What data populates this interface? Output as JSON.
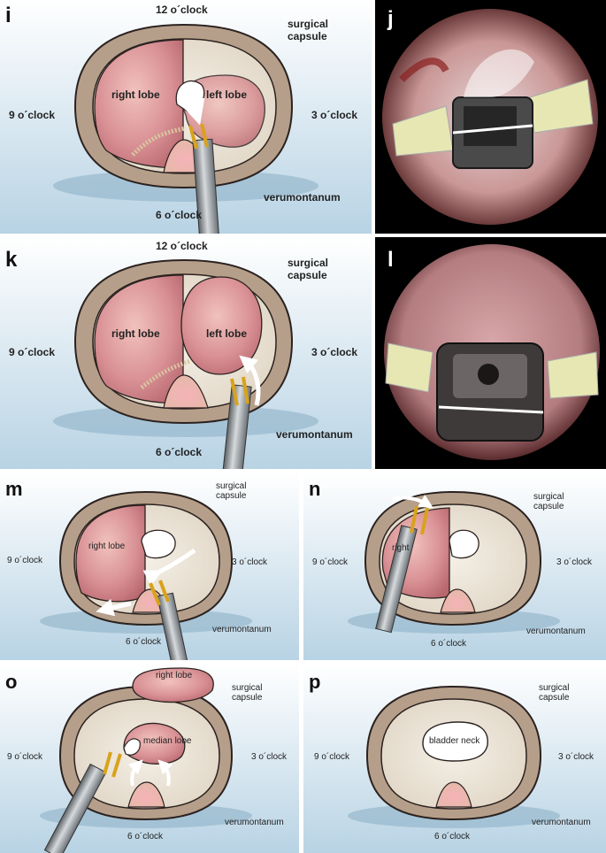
{
  "panels": {
    "i": {
      "letter": "i",
      "top": "12 o´clock",
      "right": "3 o´clock",
      "bottom": "6 o´clock",
      "left": "9 o´clock",
      "capsule": "surgical\ncapsule",
      "right_lobe": "right lobe",
      "left_lobe": "left lobe",
      "verumontanum": "verumontanum"
    },
    "j": {
      "letter": "j"
    },
    "k": {
      "letter": "k",
      "top": "12 o´clock",
      "right": "3 o´clock",
      "bottom": "6 o´clock",
      "left": "9 o´clock",
      "capsule": "surgical\ncapsule",
      "right_lobe": "right lobe",
      "left_lobe": "left lobe",
      "verumontanum": "verumontanum"
    },
    "l": {
      "letter": "l"
    },
    "m": {
      "letter": "m",
      "right": "3 o´clock",
      "bottom": "6 o´clock",
      "left": "9 o´clock",
      "capsule": "surgical\ncapsule",
      "right_lobe": "right lobe",
      "verumontanum": "verumontanum"
    },
    "n": {
      "letter": "n",
      "right": "3 o´clock",
      "bottom": "6 o´clock",
      "left": "9 o´clock",
      "capsule": "surgical\ncapsule",
      "right_lobe": "right",
      "verumontanum": "verumontanum"
    },
    "o": {
      "letter": "o",
      "right": "3 o´clock",
      "bottom": "6 o´clock",
      "left": "9 o´clock",
      "capsule": "surgical\ncapsule",
      "right_lobe": "right lobe",
      "median_lobe": "median lobe",
      "verumontanum": "verumontanum"
    },
    "p": {
      "letter": "p",
      "right": "3 o´clock",
      "bottom": "6 o´clock",
      "left": "9 o´clock",
      "capsule": "surgical\ncapsule",
      "bladder_neck": "bladder neck",
      "verumontanum": "verumontanum"
    }
  },
  "colors": {
    "background_top": "#ffffff",
    "background_bottom": "#bcd6e6",
    "capsule_ring": "#b69f8a",
    "outline": "#2b2220",
    "lobe_tissue": "#d9989b",
    "resected_tissue": "#e9e2d3",
    "instrument": "#9aa0a5",
    "jaws": "#d9a21c",
    "arrow": "#ffffff"
  }
}
